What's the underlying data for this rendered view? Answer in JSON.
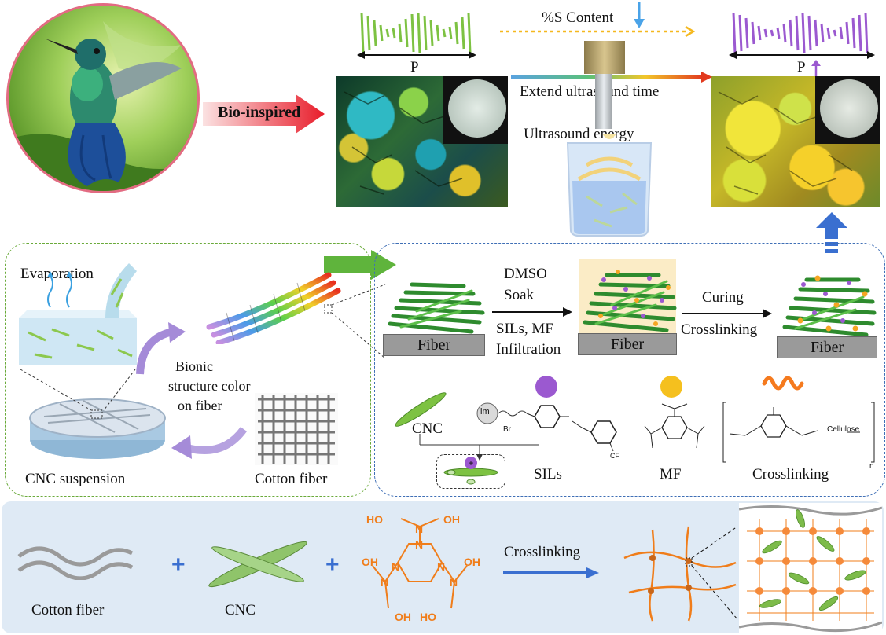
{
  "top": {
    "bio_inspired": "Bio-inspired",
    "pitch_left": "P",
    "pitch_right": "P",
    "s_content": "%S Content",
    "extend_time": "Extend ultrasound time",
    "ultrasound_energy": "Ultrasound energy"
  },
  "left_panel": {
    "evaporation": "Evaporation",
    "bionic_line1": "Bionic",
    "bionic_line2": "structure color",
    "bionic_line3": "on fiber",
    "cnc_suspension": "CNC suspension",
    "cotton_fiber": "Cotton fiber"
  },
  "right_panel": {
    "dmso": "DMSO",
    "soak": "Soak",
    "sils_mf": "SILs, MF",
    "infiltration": "Infiltration",
    "curing": "Curing",
    "crosslinking": "Crosslinking",
    "fiber1": "Fiber",
    "fiber2": "Fiber",
    "fiber3": "Fiber",
    "cnc": "CNC",
    "sils": "SILs",
    "mf": "MF",
    "crosslinking_label": "Crosslinking",
    "chem_im": "im",
    "chem_br": "Br",
    "chem_cf3": "CF",
    "chem_cellulose": "Cellulose",
    "chem_n": "n"
  },
  "bottom": {
    "cotton_fiber": "Cotton fiber",
    "cnc": "CNC",
    "crosslinking": "Crosslinking",
    "plus": "+"
  },
  "colors": {
    "purple": "#9b59d0",
    "orange": "#f5a623",
    "green": "#3aa635",
    "blue_arrow": "#3a6fd0"
  }
}
